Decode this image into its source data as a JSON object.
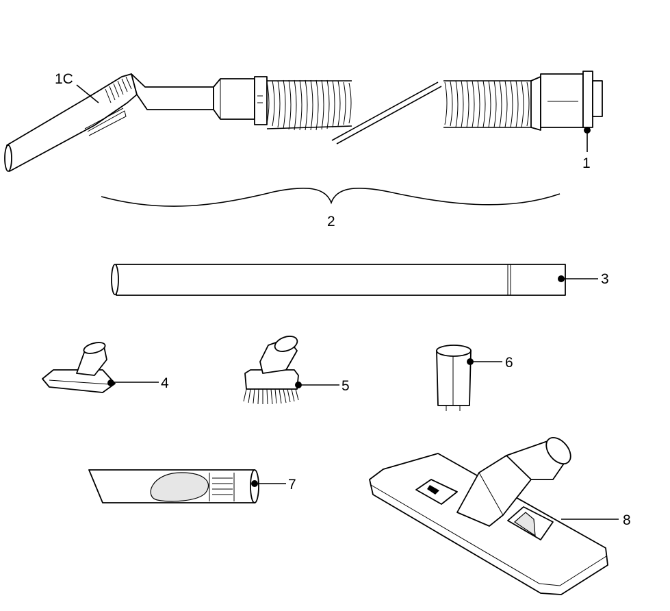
{
  "diagram": {
    "parts": [
      {
        "id": "1C",
        "label": "1C"
      },
      {
        "id": "1",
        "label": "1"
      },
      {
        "id": "2",
        "label": "2"
      },
      {
        "id": "3",
        "label": "3"
      },
      {
        "id": "4",
        "label": "4"
      },
      {
        "id": "5",
        "label": "5"
      },
      {
        "id": "6",
        "label": "6"
      },
      {
        "id": "7",
        "label": "7"
      },
      {
        "id": "8",
        "label": "8"
      }
    ]
  }
}
